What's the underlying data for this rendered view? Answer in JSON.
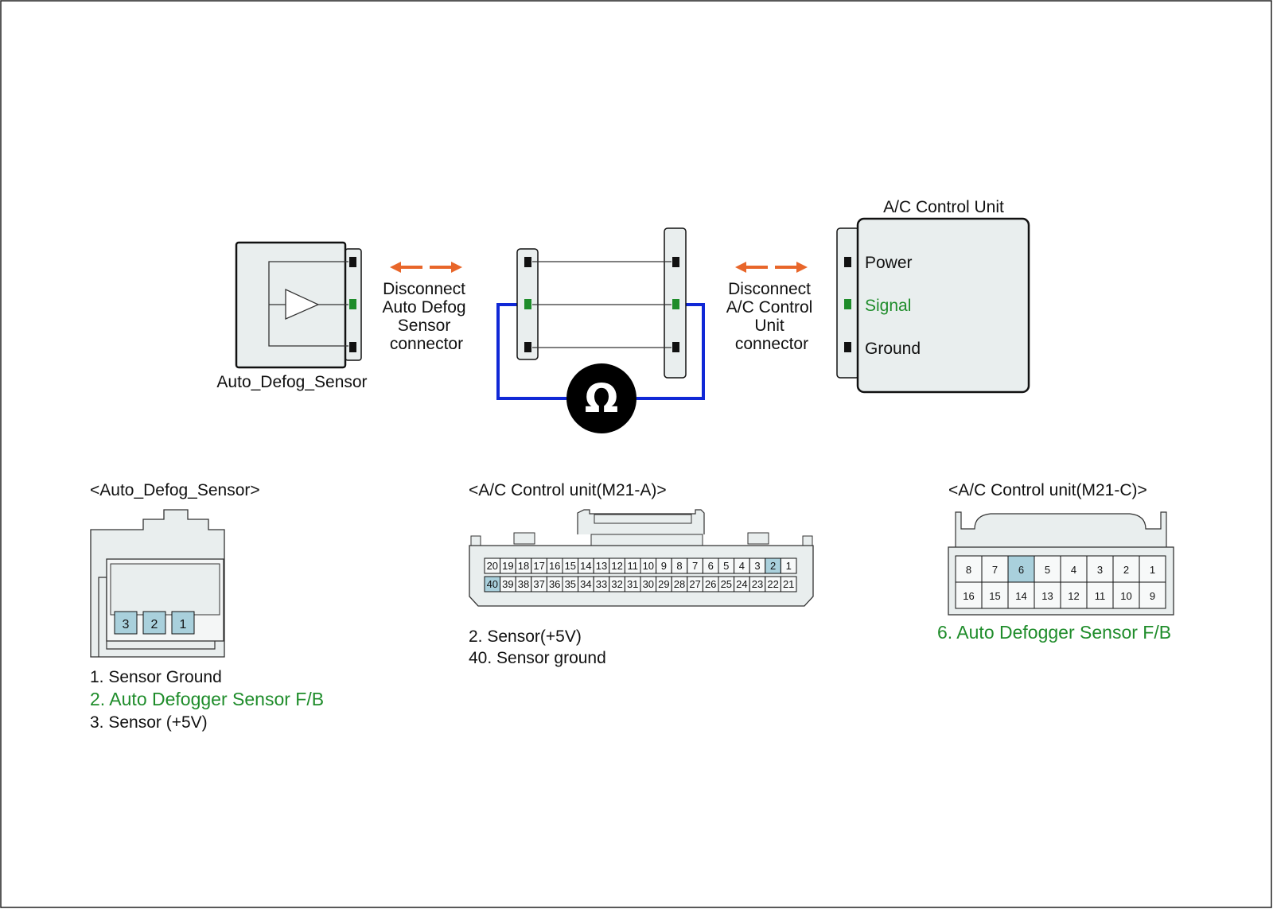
{
  "colors": {
    "signal_green": "#1e8c2a",
    "arrow_orange": "#e8662a",
    "wire_blue": "#1028d6",
    "body_fill": "#e9eeee",
    "pin_highlight": "#a9d0dc"
  },
  "top": {
    "sensor_label": "Auto_Defog_Sensor",
    "disconnect_left": [
      "Disconnect",
      "Auto Defog",
      "Sensor",
      "connector"
    ],
    "disconnect_right": [
      "Disconnect",
      "A/C Control",
      "Unit",
      "connector"
    ],
    "ac_title": "A/C Control Unit",
    "ac_pins": [
      "Power",
      "Signal",
      "Ground"
    ],
    "ohm_symbol": "Ω"
  },
  "connectors": {
    "sensor": {
      "title": "<Auto_Defog_Sensor>",
      "pins": [
        "3",
        "2",
        "1"
      ],
      "legend": [
        "1. Sensor Ground",
        "2. Auto Defogger Sensor F/B",
        "3. Sensor (+5V)"
      ]
    },
    "m21a": {
      "title": "<A/C Control unit(M21-A)>",
      "row1": [
        "20",
        "19",
        "18",
        "17",
        "16",
        "15",
        "14",
        "13",
        "12",
        "11",
        "10",
        "9",
        "8",
        "7",
        "6",
        "5",
        "4",
        "3",
        "2",
        "1"
      ],
      "row2": [
        "40",
        "39",
        "38",
        "37",
        "36",
        "35",
        "34",
        "33",
        "32",
        "31",
        "30",
        "29",
        "28",
        "27",
        "26",
        "25",
        "24",
        "23",
        "22",
        "21"
      ],
      "legend": [
        "2. Sensor(+5V)",
        "40. Sensor ground"
      ]
    },
    "m21c": {
      "title": "<A/C Control unit(M21-C)>",
      "row1": [
        "8",
        "7",
        "6",
        "5",
        "4",
        "3",
        "2",
        "1"
      ],
      "row2": [
        "16",
        "15",
        "14",
        "13",
        "12",
        "11",
        "10",
        "9"
      ],
      "legend": [
        "6. Auto Defogger Sensor F/B"
      ]
    }
  }
}
